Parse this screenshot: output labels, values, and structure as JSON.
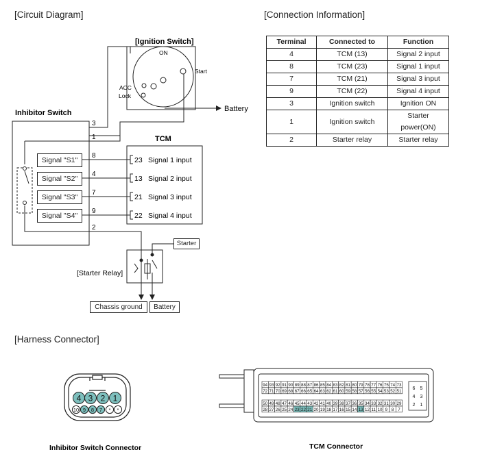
{
  "sections": {
    "circuit_diagram": "[Circuit Diagram]",
    "connection_information": "[Connection Information]",
    "harness_connector": "[Harness Connector]"
  },
  "circuit": {
    "ignition_switch": "[Ignition Switch]",
    "ign_on": "ON",
    "ign_start": "Start",
    "ign_acc": "ACC",
    "ign_lock": "Lock",
    "battery": "Battery",
    "inhibitor_switch": "Inhibitor Switch",
    "tcm": "TCM",
    "wires": [
      "3",
      "1",
      "8",
      "4",
      "7",
      "9",
      "2"
    ],
    "signals": [
      "Signal \"S1\"",
      "Signal \"S2\"",
      "Signal \"S3\"",
      "Signal \"S4\""
    ],
    "tcm_pins": [
      {
        "pin": "23",
        "label": "Signal 1 input"
      },
      {
        "pin": "13",
        "label": "Signal 2 input"
      },
      {
        "pin": "21",
        "label": "Signal 3 input"
      },
      {
        "pin": "22",
        "label": "Signal 4 input"
      }
    ],
    "starter_relay": "[Starter Relay]",
    "starter": "Starter",
    "chassis_ground": "Chassis ground",
    "relay_battery": "Battery"
  },
  "connection_table": {
    "headers": [
      "Terminal",
      "Connected to",
      "Function"
    ],
    "rows": [
      [
        "4",
        "TCM (13)",
        "Signal 2 input"
      ],
      [
        "8",
        "TCM (23)",
        "Signal 1 input"
      ],
      [
        "7",
        "TCM (21)",
        "Signal 3 input"
      ],
      [
        "9",
        "TCM (22)",
        "Signal 4 input"
      ],
      [
        "3",
        "Ignition switch",
        "Ignition ON"
      ],
      [
        "1",
        "Ignition switch",
        "Starter power(ON)"
      ],
      [
        "2",
        "Starter relay",
        "Starter relay"
      ]
    ]
  },
  "inhibitor_connector": {
    "caption": "Inhibitor Switch Connector",
    "top_pins": [
      "4",
      "3",
      "2",
      "1"
    ],
    "bottom_pins": [
      "10",
      "9",
      "8",
      "7",
      "*",
      "*"
    ],
    "highlight_color": "#7dbfbd"
  },
  "tcm_connector": {
    "caption": "TCM Connector",
    "row1": [
      "94",
      "93",
      "92",
      "91",
      "90",
      "89",
      "88",
      "87",
      "86",
      "85",
      "84",
      "83",
      "82",
      "81",
      "80",
      "79",
      "78",
      "77",
      "76",
      "75",
      "74",
      "73"
    ],
    "row2": [
      "72",
      "71",
      "70",
      "69",
      "68",
      "67",
      "66",
      "65",
      "64",
      "63",
      "62",
      "61",
      "60",
      "59",
      "58",
      "57",
      "56",
      "55",
      "54",
      "53",
      "52",
      "51"
    ],
    "row3": [
      "50",
      "49",
      "48",
      "47",
      "46",
      "45",
      "44",
      "43",
      "42",
      "41",
      "40",
      "39",
      "38",
      "37",
      "36",
      "35",
      "34",
      "33",
      "32",
      "31",
      "30",
      "29"
    ],
    "row4": [
      "28",
      "27",
      "26",
      "25",
      "24",
      "23",
      "22",
      "21",
      "20",
      "19",
      "18",
      "17",
      "16",
      "15",
      "14",
      "13",
      "12",
      "11",
      "10",
      "9",
      "8",
      "7"
    ],
    "side": [
      [
        "6",
        "5"
      ],
      [
        "4",
        "3"
      ],
      [
        "2",
        "1"
      ]
    ],
    "highlight": [
      "23",
      "22",
      "21",
      "13"
    ],
    "highlight_color": "#7dbfbd"
  }
}
